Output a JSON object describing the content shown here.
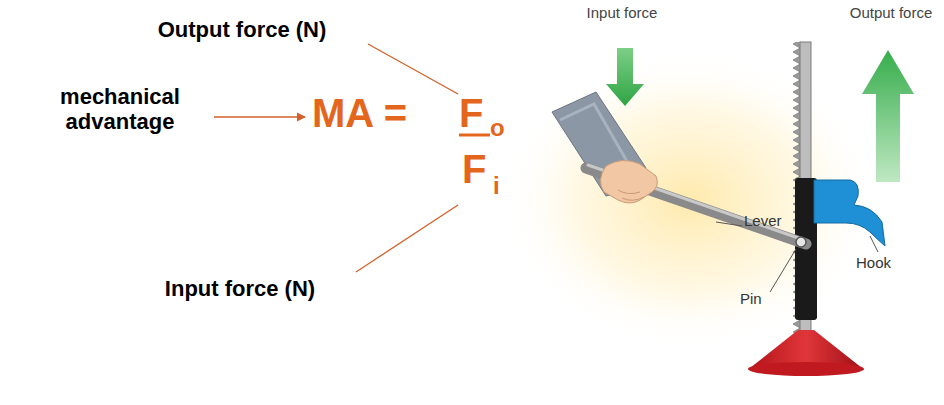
{
  "diagram": {
    "labels": [
      "Output force (N)",
      "mechanical advantage",
      "MA =",
      "F",
      "o",
      "F",
      "i",
      "Input force (N)",
      "Input force",
      "Output force",
      "Lever",
      "Hook",
      "Pin"
    ]
  }
}
